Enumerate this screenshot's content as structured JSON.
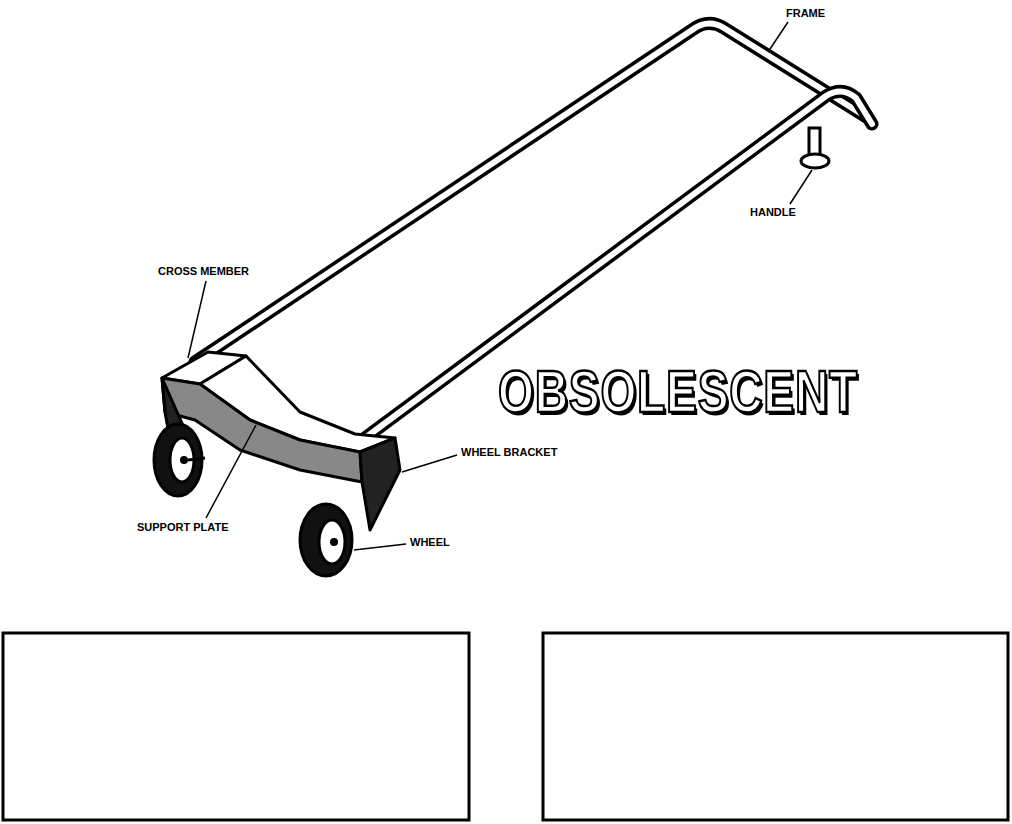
{
  "diagram": {
    "labels": [
      "FRAME",
      "HANDLE",
      "CROSS MEMBER",
      "OBSOLESCENT",
      "WHEEL BRACKET",
      "SUPPORT PLATE",
      "WHEEL"
    ]
  }
}
